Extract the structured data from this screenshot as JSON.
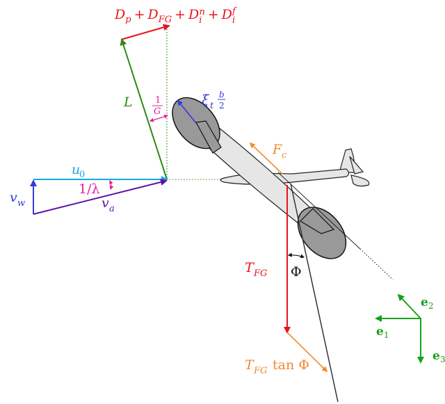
{
  "labels": {
    "drag_sum": {
      "D": "D",
      "p": "p",
      "plus": "+",
      "FG": "FG",
      "i": "i",
      "n": "n",
      "f": "f"
    },
    "lift": "L",
    "inv_G": {
      "num": "1",
      "den": "G"
    },
    "xi_b2": {
      "xi": "ξ",
      "t": "t",
      "b": "b",
      "two": "2"
    },
    "u0": {
      "u": "u",
      "sub": "0"
    },
    "inv_lambda": "1/λ",
    "vw": {
      "v": "v",
      "sub": "w"
    },
    "va": {
      "v": "v",
      "sub": "a"
    },
    "Fc": {
      "F": "F",
      "sub": "c"
    },
    "TFG": {
      "T": "T",
      "sub": "FG"
    },
    "Phi": "Φ",
    "TFG_tan": {
      "T": "T",
      "sub": "FG",
      "tan": "tan Φ"
    },
    "e1": {
      "e": "e",
      "sub": "1"
    },
    "e2": {
      "e": "e",
      "sub": "2"
    },
    "e3": {
      "e": "e",
      "sub": "3"
    }
  },
  "colors": {
    "drag": "#e8131b",
    "lift": "#2a8a12",
    "magenta": "#e0209c",
    "blue": "#2f3be0",
    "cyan": "#14a8e6",
    "purple": "#5a14a8",
    "orange": "#f08a2e",
    "red": "#e8131b",
    "frame": "#18a018",
    "glider_fill": "#e6e6e6",
    "pod_fill": "#999999",
    "dark": "#111111"
  }
}
